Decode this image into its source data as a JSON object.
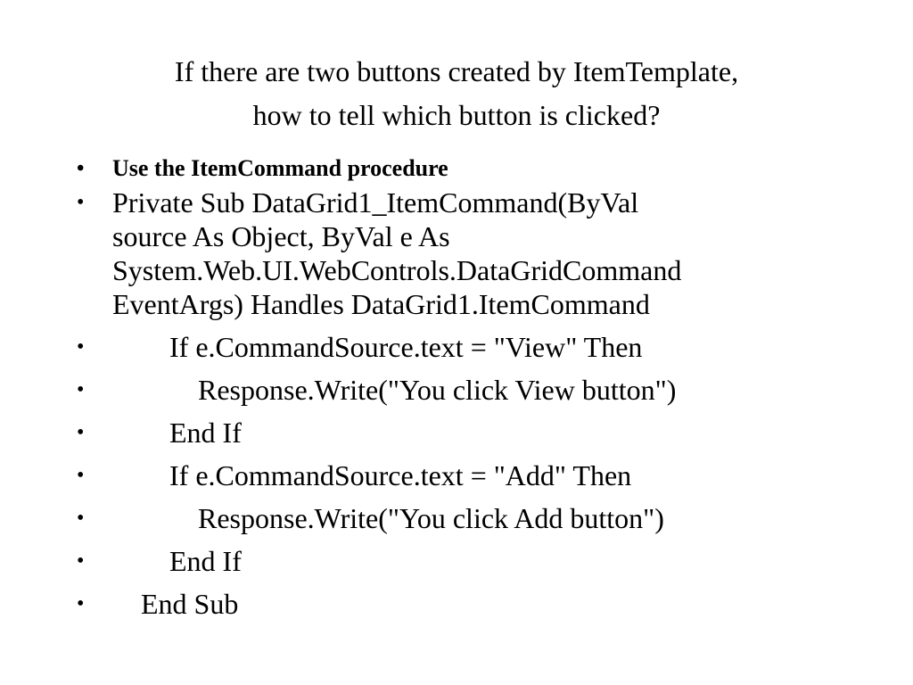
{
  "slide": {
    "title_lines": [
      "If there are two buttons created by ItemTemplate,",
      "how to tell which button is clicked?"
    ],
    "bullet_char": "•",
    "bullets": [
      {
        "kind": "small",
        "lines": [
          "Use the ItemCommand procedure"
        ]
      },
      {
        "kind": "normal",
        "lines": [
          "Private Sub DataGrid1_ItemCommand(ByVal",
          "source As Object, ByVal e As",
          "System.Web.UI.WebControls.DataGridCommand",
          "EventArgs) Handles DataGrid1.ItemCommand"
        ]
      },
      {
        "kind": "normal",
        "lines": [
          "        If e.CommandSource.text = \"View\" Then"
        ]
      },
      {
        "kind": "normal",
        "lines": [
          "            Response.Write(\"You click View button\")"
        ]
      },
      {
        "kind": "normal",
        "lines": [
          "        End If"
        ]
      },
      {
        "kind": "normal",
        "lines": [
          "        If e.CommandSource.text = \"Add\" Then"
        ]
      },
      {
        "kind": "normal",
        "lines": [
          "            Response.Write(\"You click Add button\")"
        ]
      },
      {
        "kind": "normal",
        "lines": [
          "        End If"
        ]
      },
      {
        "kind": "normal",
        "lines": [
          "    End Sub"
        ]
      }
    ]
  }
}
